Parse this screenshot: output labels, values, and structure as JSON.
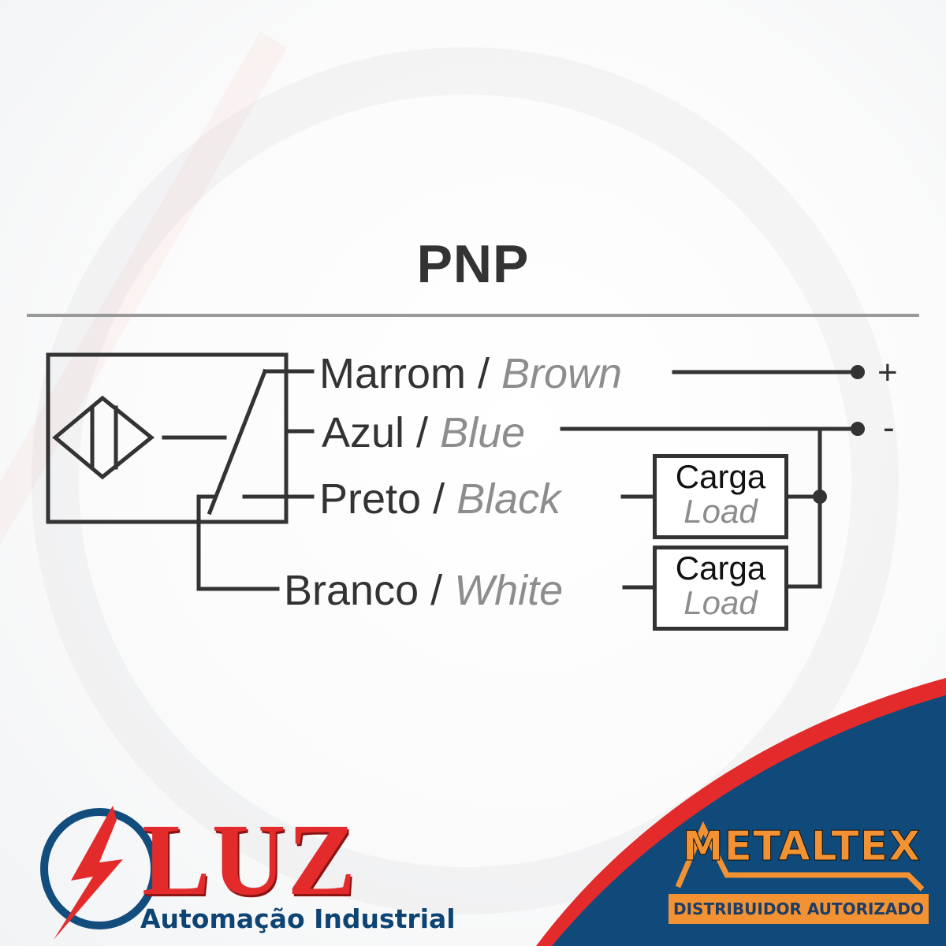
{
  "diagram": {
    "title": "PNP",
    "wires": [
      {
        "pt": "Marrom",
        "sep": " / ",
        "en": "Brown",
        "terminal": "+"
      },
      {
        "pt": "Azul",
        "sep": " / ",
        "en": "Blue",
        "terminal": "-"
      },
      {
        "pt": "Preto",
        "sep": " / ",
        "en": "Black"
      },
      {
        "pt": "Branco",
        "sep": " / ",
        "en": "White"
      }
    ],
    "loads": [
      {
        "pt": "Carga",
        "en": "Load"
      },
      {
        "pt": "Carga",
        "en": "Load"
      }
    ]
  },
  "branding": {
    "left_logo": {
      "name": "LUZ",
      "subtitle": "Automação Industrial"
    },
    "right_logo": {
      "name": "METALTEX",
      "subtitle": "DISTRIBUIDOR AUTORIZADO"
    }
  },
  "colors": {
    "line": "#333333",
    "english_text": "#8d8d8d",
    "luz_red": "#e32b2b",
    "luz_blue": "#0e4473",
    "metaltex_orange": "#f39233",
    "metaltex_blue": "#0f4a7a"
  }
}
